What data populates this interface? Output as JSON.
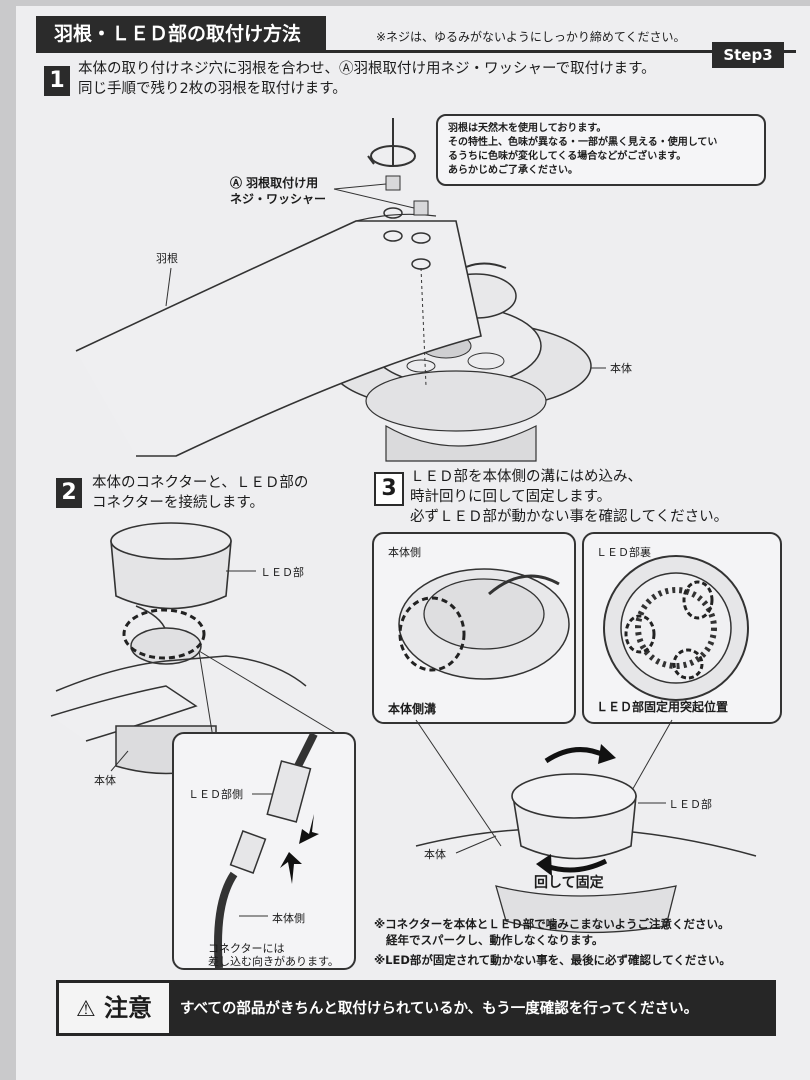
{
  "header": {
    "title": "羽根・ＬＥＤ部の取付け方法",
    "note": "※ネジは、ゆるみがないようにしっかり締めてください。",
    "step": "Step3"
  },
  "step1": {
    "number": "1",
    "line1": "本体の取り付けネジ穴に羽根を合わせ、Ⓐ羽根取付け用ネジ・ワッシャーで取付けます。",
    "line2": "同じ手順で残り2枚の羽根を取付けます。",
    "screw_label_1": "Ⓐ 羽根取付け用",
    "screw_label_2": "ネジ・ワッシャー",
    "blade_label": "羽根",
    "body_label": "本体",
    "note": [
      "羽根は天然木を使用しております。",
      "その特性上、色味が異なる・一部が黒く見える・使用してい",
      "るうちに色味が変化してくる場合などがございます。",
      "あらかじめご了承ください。"
    ]
  },
  "step2": {
    "number": "2",
    "line1": "本体のコネクターと、ＬＥＤ部の",
    "line2": "コネクターを接続します。",
    "led_label": "ＬＥＤ部",
    "body_label": "本体",
    "inset_led_label": "ＬＥＤ部側",
    "inset_body_label": "本体側",
    "inset_note_1": "コネクターには",
    "inset_note_2": "差し込む向きがあります。"
  },
  "step3": {
    "number": "3",
    "line1": "ＬＥＤ部を本体側の溝にはめ込み、",
    "line2": "時計回りに回して固定します。",
    "line3": "必ずＬＥＤ部が動かない事を確認してください。",
    "inset_left_title": "本体側",
    "inset_left_caption": "本体側溝",
    "inset_right_title": "ＬＥＤ部裏",
    "inset_right_caption": "ＬＥＤ部固定用突起位置",
    "led_label": "ＬＥＤ部",
    "body_label": "本体",
    "rotate_label": "回して固定",
    "warning_1": "※コネクターを本体とＬＥＤ部で噛みこまないようご注意ください。",
    "warning_2": "経年でスパークし、動作しなくなります。",
    "warning_3": "※LED部が固定されて動かない事を、最後に必ず確認してください。"
  },
  "caution": {
    "label": "注意",
    "text": "すべての部品がきちんと取付けられているか、もう一度確認を行ってください。"
  }
}
